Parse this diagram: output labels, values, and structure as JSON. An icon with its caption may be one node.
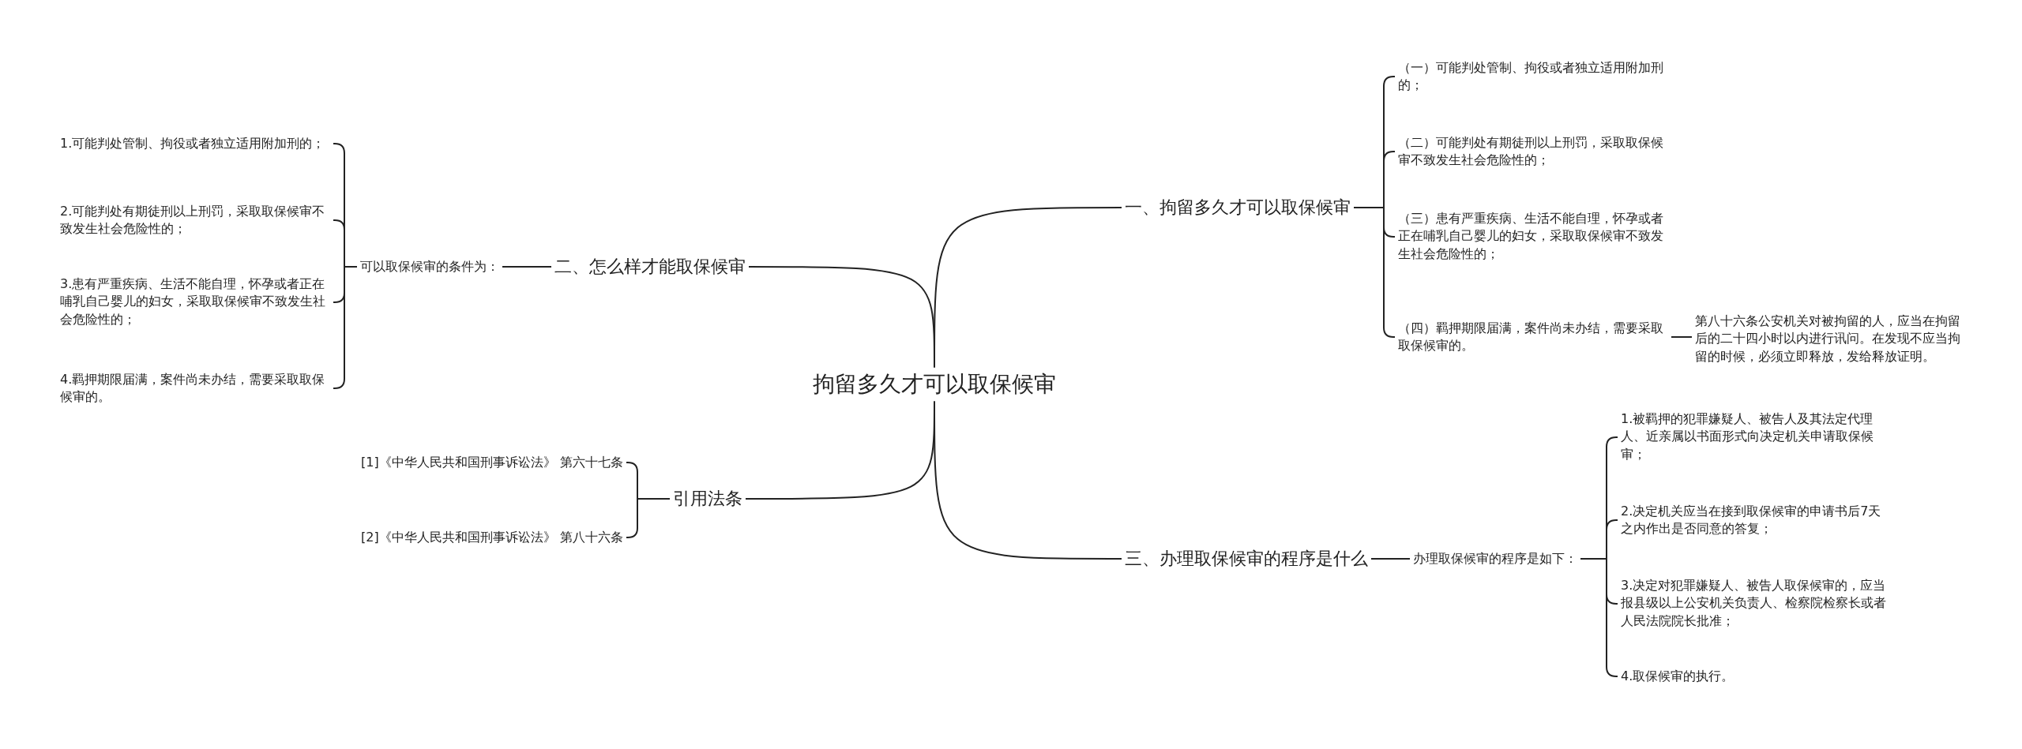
{
  "diagram": {
    "nodes": [
      {
        "text": [
          "拘留多久才可以取保候审"
        ]
      },
      {
        "text": [
          "一、拘留多久才可以取保候审"
        ]
      },
      {
        "text": [
          "（一）可能判处管制、拘役或者独立适用附加刑的；"
        ]
      },
      {
        "text": [
          "（二）可能判处有期徒刑以上刑罚，采取取保候审不致发生社会危险性的；"
        ]
      },
      {
        "text": [
          "（三）患有严重疾病、生活不能自理，怀孕或者正在哺乳自己婴儿的妇女，采取取保候审不致发生社会危险性的；"
        ]
      },
      {
        "text": [
          "（四）羁押期限届满，案件尚未办结，需要采取取保候审的。"
        ]
      },
      {
        "text": [
          "第八十六条公安机关对被拘留的人，应当在拘留后的二十四小时以内进行讯问。在发现不应当拘留的时候，必须立即释放，发给释放证明。"
        ]
      },
      {
        "text": [
          "二、怎么样才能取保候审"
        ]
      },
      {
        "text": [
          "可以取保候审的条件为："
        ]
      },
      {
        "text": [
          "1.可能判处管制、拘役或者独立适用附加刑的；"
        ]
      },
      {
        "text": [
          "2.可能判处有期徒刑以上刑罚，采取取保候审不致发生社会危险性的；"
        ]
      },
      {
        "text": [
          "3.患有严重疾病、生活不能自理，怀孕或者正在哺乳自己婴儿的妇女，采取取保候审不致发生社会危险性的；"
        ]
      },
      {
        "text": [
          "4.羁押期限届满，案件尚未办结，需要采取取保候审的。"
        ]
      },
      {
        "text": [
          "引用法条"
        ]
      },
      {
        "text": [
          "[1]《中华人民共和国刑事诉讼法》 第六十七条"
        ]
      },
      {
        "text": [
          "[2]《中华人民共和国刑事诉讼法》 第八十六条"
        ]
      },
      {
        "text": [
          "三、办理取保候审的程序是什么"
        ]
      },
      {
        "text": [
          "办理取保候审的程序是如下："
        ]
      },
      {
        "text": [
          "1.被羁押的犯罪嫌疑人、被告人及其法定代理人、近亲属以书面形式向决定机关申请取保候审；"
        ]
      },
      {
        "text": [
          "2.决定机关应当在接到取保候审的申请书后7天之内作出是否同意的答复；"
        ]
      },
      {
        "text": [
          "3.决定对犯罪嫌疑人、被告人取保候审的，应当报县级以上公安机关负责人、检察院检察长或者人民法院院长批准；"
        ]
      },
      {
        "text": [
          "4.取保候审的执行。"
        ]
      }
    ],
    "edges": [
      {
        "from": 0,
        "to": 1,
        "arrow": "none"
      },
      {
        "from": 1,
        "to": 2,
        "arrow": "none"
      },
      {
        "from": 1,
        "to": 3,
        "arrow": "none"
      },
      {
        "from": 1,
        "to": 4,
        "arrow": "none"
      },
      {
        "from": 1,
        "to": 5,
        "arrow": "none"
      },
      {
        "from": 5,
        "to": 6,
        "arrow": "none"
      },
      {
        "from": 0,
        "to": 7,
        "arrow": "none"
      },
      {
        "from": 7,
        "to": 8,
        "arrow": "none"
      },
      {
        "from": 8,
        "to": 9,
        "arrow": "none"
      },
      {
        "from": 8,
        "to": 10,
        "arrow": "none"
      },
      {
        "from": 8,
        "to": 11,
        "arrow": "none"
      },
      {
        "from": 8,
        "to": 12,
        "arrow": "none"
      },
      {
        "from": 0,
        "to": 13,
        "arrow": "none"
      },
      {
        "from": 13,
        "to": 14,
        "arrow": "none"
      },
      {
        "from": 13,
        "to": 15,
        "arrow": "none"
      },
      {
        "from": 0,
        "to": 16,
        "arrow": "none"
      },
      {
        "from": 16,
        "to": 17,
        "arrow": "none"
      },
      {
        "from": 17,
        "to": 18,
        "arrow": "none"
      },
      {
        "from": 17,
        "to": 19,
        "arrow": "none"
      },
      {
        "from": 17,
        "to": 20,
        "arrow": "none"
      },
      {
        "from": 17,
        "to": 21,
        "arrow": "none"
      }
    ]
  }
}
